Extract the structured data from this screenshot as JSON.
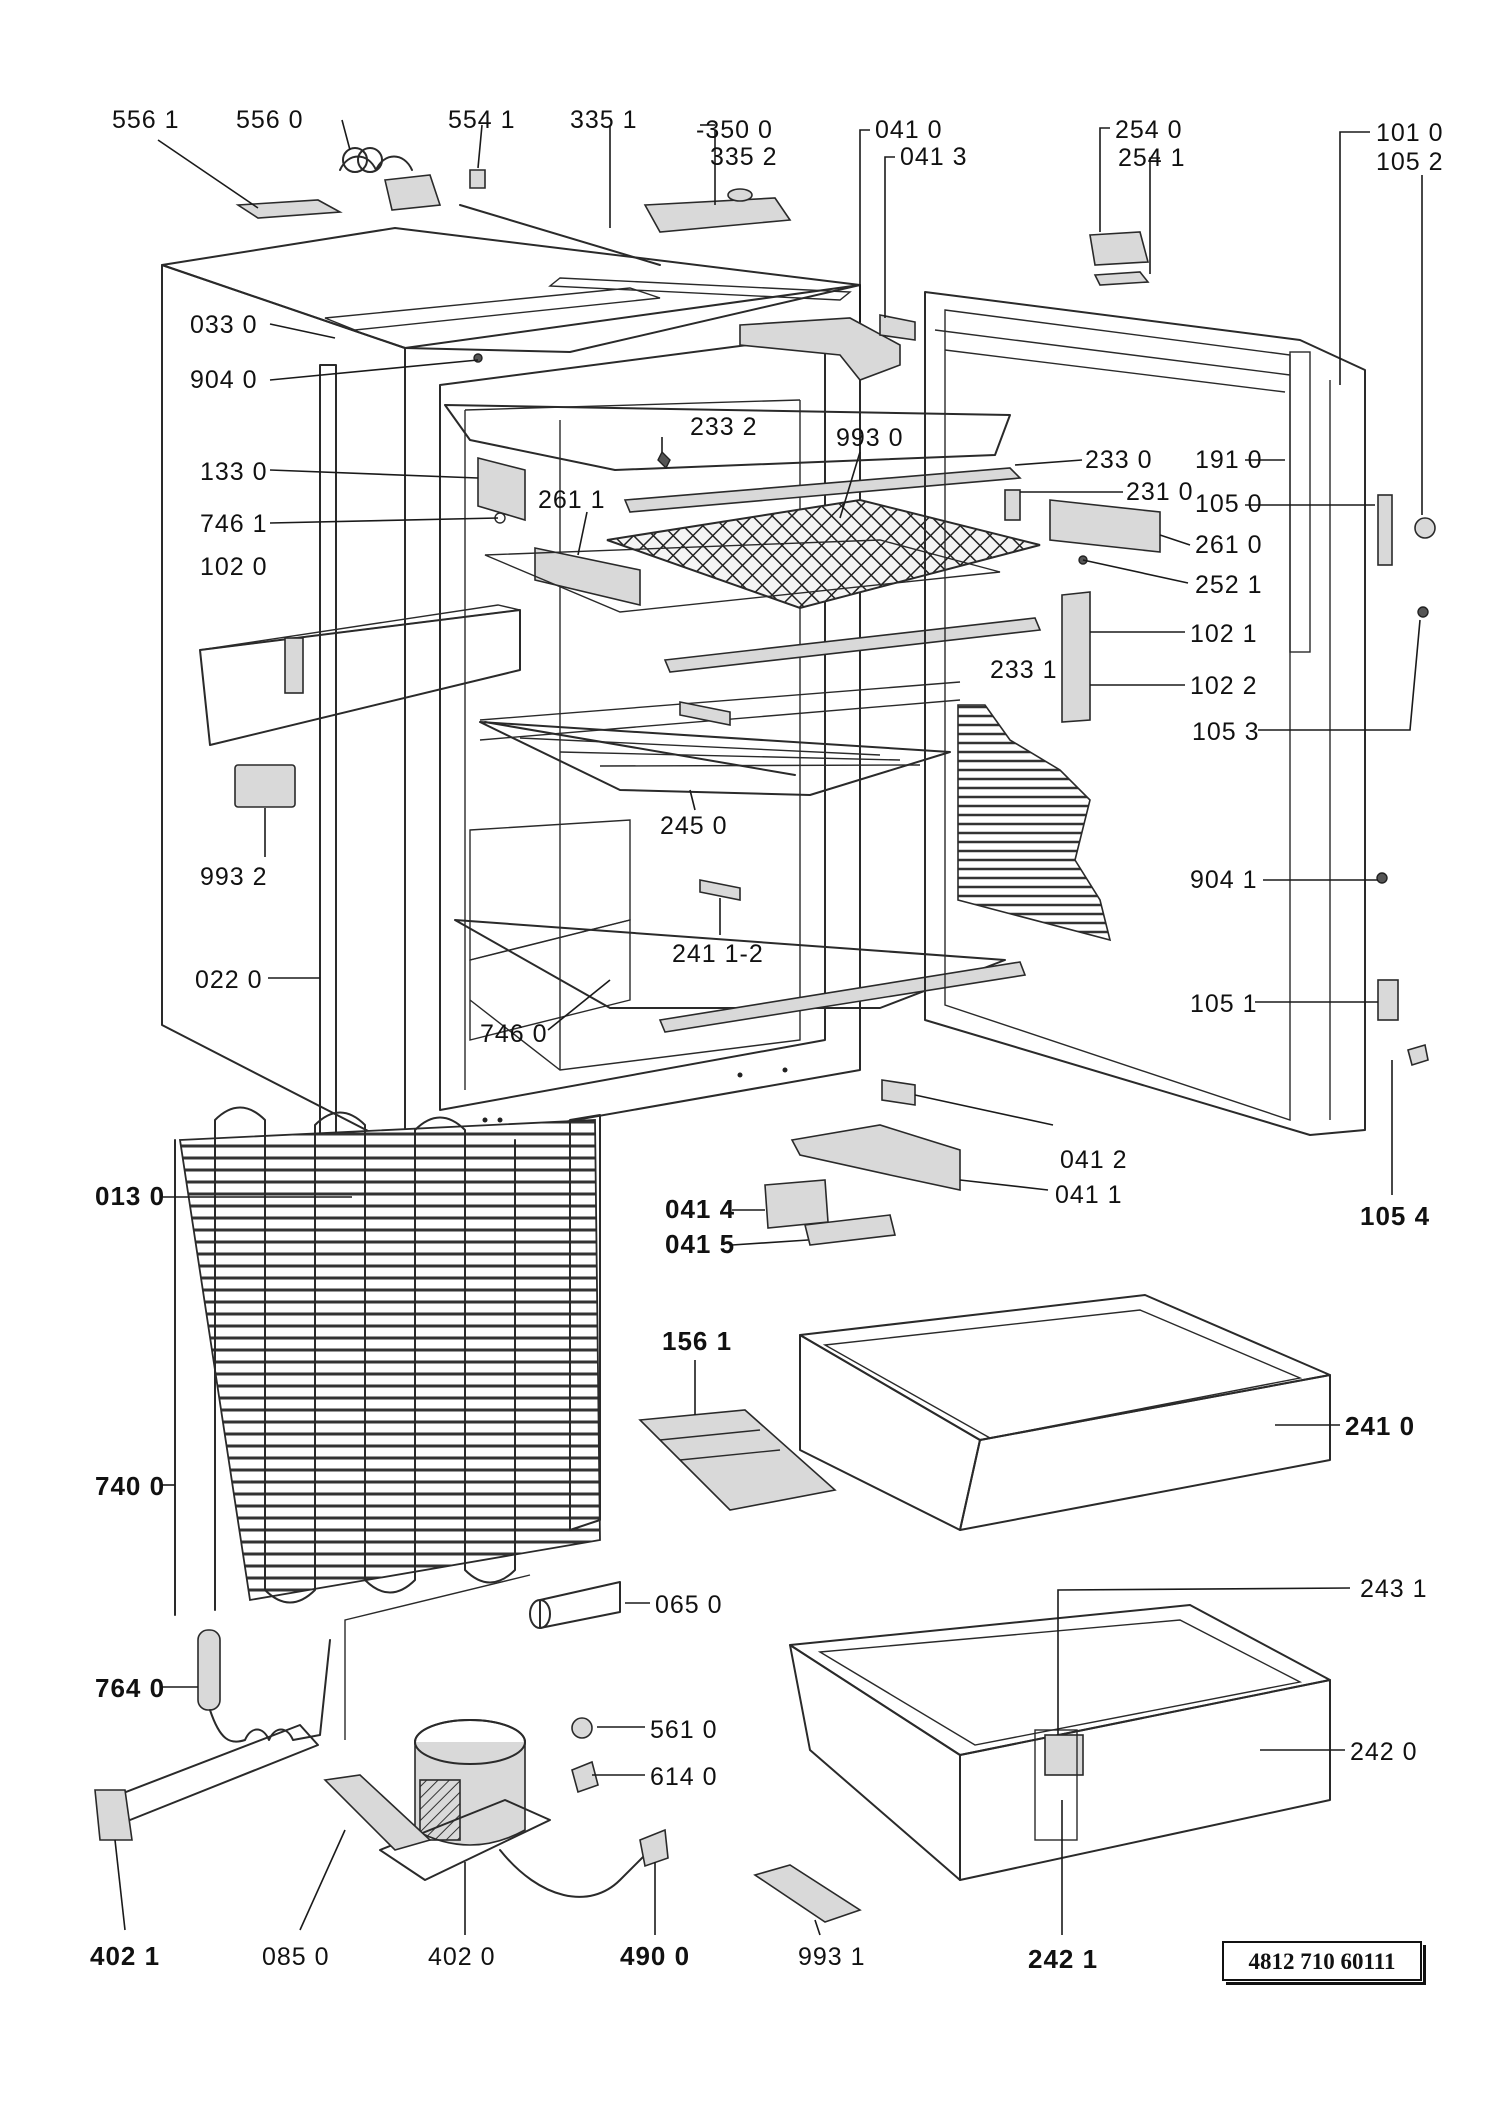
{
  "document": {
    "code": "4812 710 60111"
  },
  "parts": [
    {
      "id": "p5561",
      "label": "556 1"
    },
    {
      "id": "p5560",
      "label": "556 0"
    },
    {
      "id": "p5541",
      "label": "554 1"
    },
    {
      "id": "p3351",
      "label": "335 1"
    },
    {
      "id": "p3500",
      "label": "-350 0"
    },
    {
      "id": "p3352",
      "label": "335 2"
    },
    {
      "id": "p0410",
      "label": "041 0"
    },
    {
      "id": "p0413",
      "label": "041 3"
    },
    {
      "id": "p2540",
      "label": "254 0"
    },
    {
      "id": "p2541",
      "label": "254 1"
    },
    {
      "id": "p1010",
      "label": "101 0"
    },
    {
      "id": "p1052",
      "label": "105 2"
    },
    {
      "id": "p0330",
      "label": "033 0"
    },
    {
      "id": "p9040",
      "label": "904 0"
    },
    {
      "id": "p2332",
      "label": "233 2"
    },
    {
      "id": "p9930",
      "label": "993 0"
    },
    {
      "id": "p2330",
      "label": "233 0"
    },
    {
      "id": "p1910",
      "label": "191 0"
    },
    {
      "id": "p1330",
      "label": "133 0"
    },
    {
      "id": "p2611",
      "label": "261 1"
    },
    {
      "id": "p2310",
      "label": "231 0"
    },
    {
      "id": "p1050",
      "label": "105 0"
    },
    {
      "id": "p7461",
      "label": "746 1"
    },
    {
      "id": "p2610",
      "label": "261 0"
    },
    {
      "id": "p1020",
      "label": "102 0"
    },
    {
      "id": "p2521",
      "label": "252 1"
    },
    {
      "id": "p1021",
      "label": "102 1"
    },
    {
      "id": "p2331",
      "label": "233 1"
    },
    {
      "id": "p1022",
      "label": "102 2"
    },
    {
      "id": "p1053",
      "label": "105 3"
    },
    {
      "id": "p2450",
      "label": "245 0"
    },
    {
      "id": "p9932",
      "label": "993 2"
    },
    {
      "id": "p9041",
      "label": "904 1"
    },
    {
      "id": "p24112",
      "label": "241 1-2"
    },
    {
      "id": "p0220",
      "label": "022 0"
    },
    {
      "id": "p1051",
      "label": "105 1"
    },
    {
      "id": "p7460",
      "label": "746 0"
    },
    {
      "id": "p0412",
      "label": "041 2"
    },
    {
      "id": "p0130",
      "label": "013 0"
    },
    {
      "id": "p0411",
      "label": "041 1"
    },
    {
      "id": "p0414",
      "label": "041 4"
    },
    {
      "id": "p1054",
      "label": "105 4"
    },
    {
      "id": "p0415",
      "label": "041 5"
    },
    {
      "id": "p1561",
      "label": "156 1"
    },
    {
      "id": "p2410",
      "label": "241 0"
    },
    {
      "id": "p7400",
      "label": "740 0"
    },
    {
      "id": "p0650",
      "label": "065 0"
    },
    {
      "id": "p2431",
      "label": "243 1"
    },
    {
      "id": "p7640",
      "label": "764 0"
    },
    {
      "id": "p5610",
      "label": "561 0"
    },
    {
      "id": "p2420",
      "label": "242 0"
    },
    {
      "id": "p6140",
      "label": "614 0"
    },
    {
      "id": "p4021",
      "label": "402 1"
    },
    {
      "id": "p0850",
      "label": "085 0"
    },
    {
      "id": "p4020",
      "label": "402 0"
    },
    {
      "id": "p4900",
      "label": "490 0"
    },
    {
      "id": "p9931",
      "label": "993 1"
    },
    {
      "id": "p2421",
      "label": "242 1"
    }
  ]
}
